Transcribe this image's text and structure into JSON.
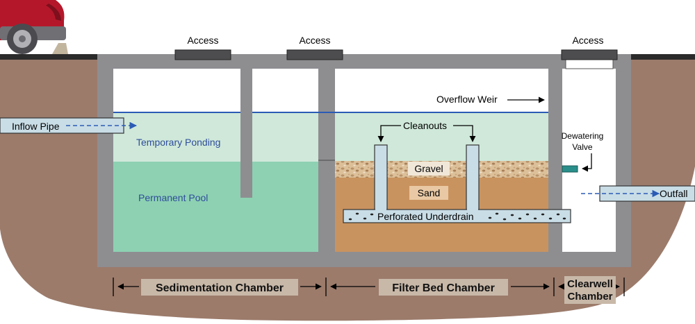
{
  "labels": {
    "access_1": "Access",
    "access_2": "Access",
    "access_3": "Access",
    "overflow_weir": "Overflow Weir",
    "cleanouts": "Cleanouts",
    "inflow_pipe": "Inflow Pipe",
    "temporary_ponding": "Temporary Ponding",
    "permanent_pool": "Permanent Pool",
    "gravel": "Gravel",
    "sand": "Sand",
    "perforated_underdrain": "Perforated Underdrain",
    "dewatering_valve_line1": "Dewatering",
    "dewatering_valve_line2": "Valve",
    "outfall": "Outfall"
  },
  "chambers": {
    "sedimentation": "Sedimentation Chamber",
    "filter_bed": "Filter Bed Chamber",
    "clearwell_line1": "Clearwell",
    "clearwell_line2": "Chamber"
  },
  "colors": {
    "soil": "#9c7b6b",
    "concrete": "#8e8e91",
    "water_light": "#cfe8d9",
    "water_dark": "#8dd1b2",
    "sand": "#c9935f",
    "gravel": "#d8b98f",
    "pipe": "#c9dde6",
    "car_red": "#b5172a",
    "water_line": "#2b5bb5",
    "label_blue": "#2f4d9a",
    "label_bg": "#c8b8a8"
  }
}
